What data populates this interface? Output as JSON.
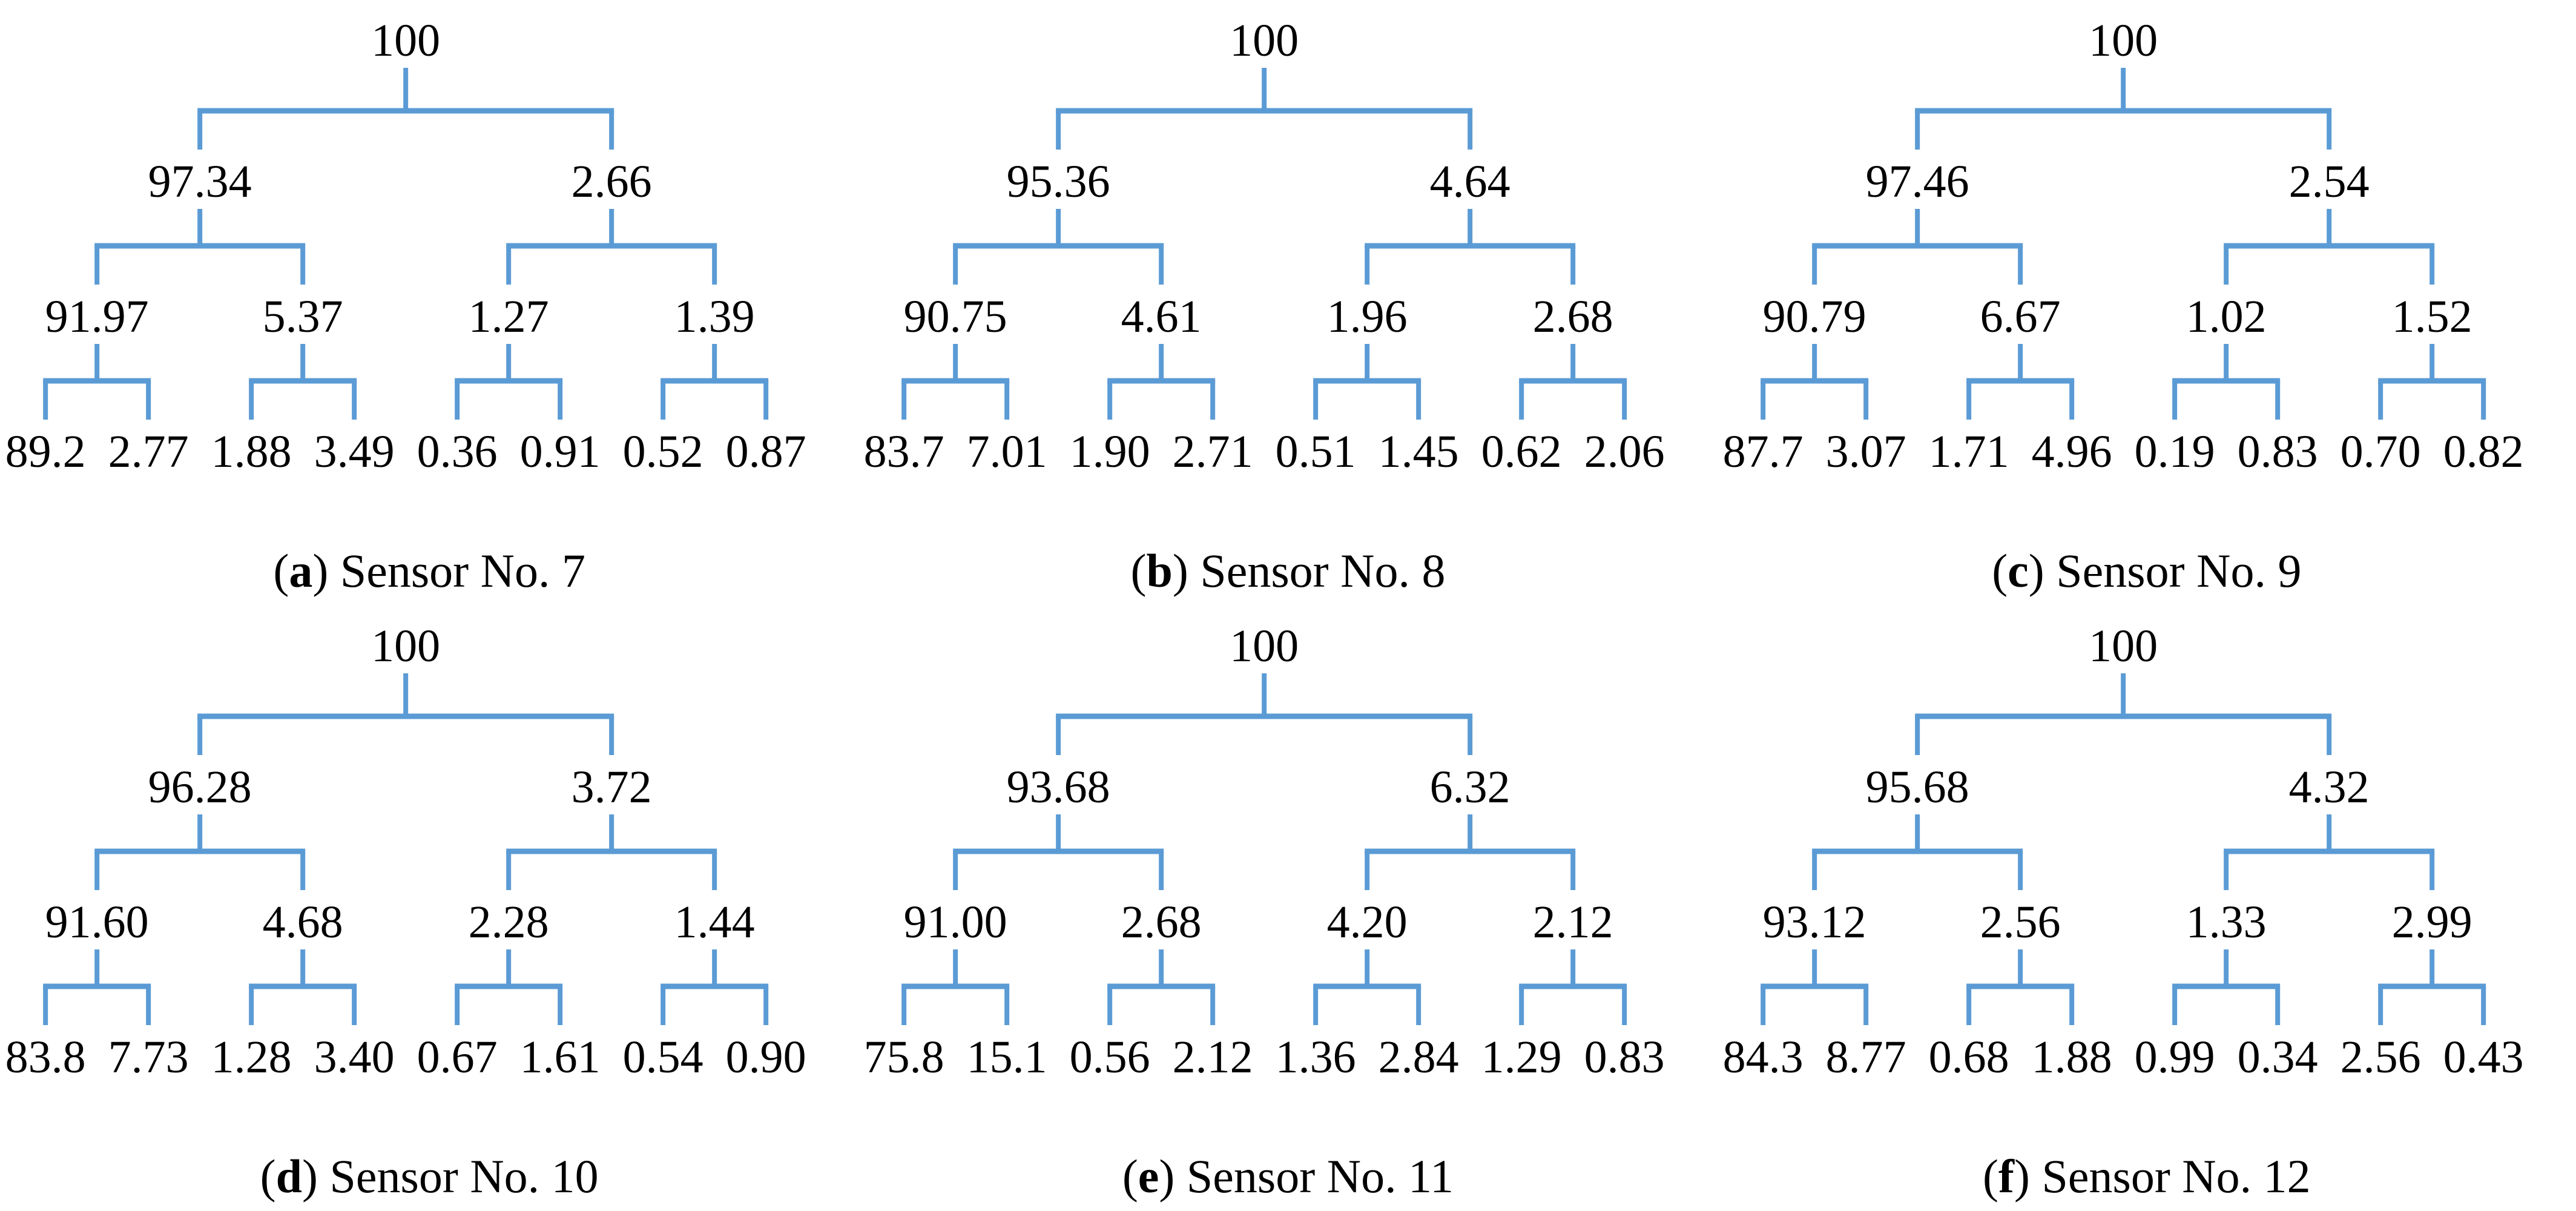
{
  "figure": {
    "background": "#FFFFFF",
    "line_color": "#5B9BD5",
    "text_color": "#000000"
  },
  "chart_data": {
    "type": "tree",
    "panels": [
      {
        "letter": "a",
        "caption_open": "(",
        "caption_close": ")",
        "caption_label": " Sensor No. 7",
        "levels": [
          [
            "100"
          ],
          [
            "97.34",
            "2.66"
          ],
          [
            "91.97",
            "5.37",
            "1.27",
            "1.39"
          ],
          [
            "89.2",
            "2.77",
            "1.88",
            "3.49",
            "0.36",
            "0.91",
            "0.52",
            "0.87"
          ]
        ]
      },
      {
        "letter": "b",
        "caption_open": "(",
        "caption_close": ")",
        "caption_label": " Sensor No. 8",
        "levels": [
          [
            "100"
          ],
          [
            "95.36",
            "4.64"
          ],
          [
            "90.75",
            "4.61",
            "1.96",
            "2.68"
          ],
          [
            "83.7",
            "7.01",
            "1.90",
            "2.71",
            "0.51",
            "1.45",
            "0.62",
            "2.06"
          ]
        ]
      },
      {
        "letter": "c",
        "caption_open": "(",
        "caption_close": ")",
        "caption_label": " Sensor No. 9",
        "levels": [
          [
            "100"
          ],
          [
            "97.46",
            "2.54"
          ],
          [
            "90.79",
            "6.67",
            "1.02",
            "1.52"
          ],
          [
            "87.7",
            "3.07",
            "1.71",
            "4.96",
            "0.19",
            "0.83",
            "0.70",
            "0.82"
          ]
        ]
      },
      {
        "letter": "d",
        "caption_open": "(",
        "caption_close": ")",
        "caption_label": " Sensor No. 10",
        "levels": [
          [
            "100"
          ],
          [
            "96.28",
            "3.72"
          ],
          [
            "91.60",
            "4.68",
            "2.28",
            "1.44"
          ],
          [
            "83.8",
            "7.73",
            "1.28",
            "3.40",
            "0.67",
            "1.61",
            "0.54",
            "0.90"
          ]
        ]
      },
      {
        "letter": "e",
        "caption_open": "(",
        "caption_close": ")",
        "caption_label": " Sensor No. 11",
        "levels": [
          [
            "100"
          ],
          [
            "93.68",
            "6.32"
          ],
          [
            "91.00",
            "2.68",
            "4.20",
            "2.12"
          ],
          [
            "75.8",
            "15.1",
            "0.56",
            "2.12",
            "1.36",
            "2.84",
            "1.29",
            "0.83"
          ]
        ]
      },
      {
        "letter": "f",
        "caption_open": "(",
        "caption_close": ")",
        "caption_label": " Sensor No. 12",
        "levels": [
          [
            "100"
          ],
          [
            "95.68",
            "4.32"
          ],
          [
            "93.12",
            "2.56",
            "1.33",
            "2.99"
          ],
          [
            "84.3",
            "8.77",
            "0.68",
            "1.88",
            "0.99",
            "0.34",
            "2.56",
            "0.43"
          ]
        ]
      }
    ]
  }
}
